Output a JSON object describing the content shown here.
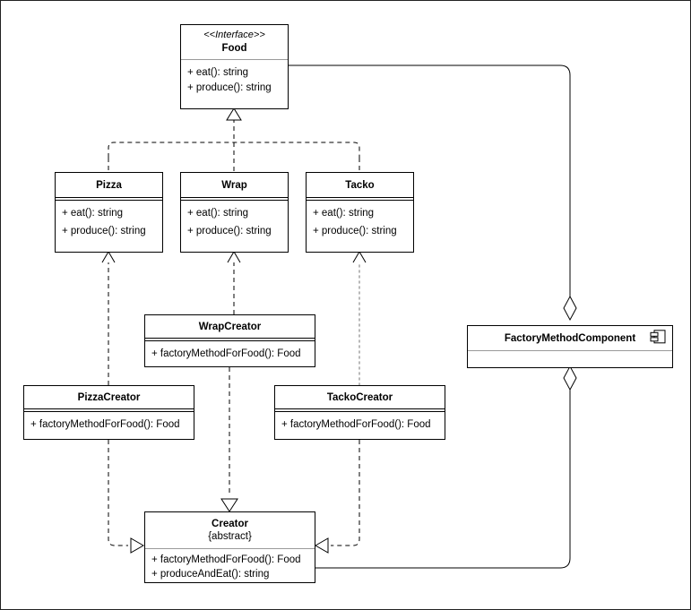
{
  "diagram": {
    "title": "Factory Method UML Class Diagram",
    "type": "uml-class-diagram",
    "background": "#ffffff",
    "border_color": "#222222",
    "line_color": "#000000",
    "dotted_line_color": "#999999"
  },
  "classes": {
    "food": {
      "stereotype": "<<Interface>>",
      "name": "Food",
      "methods": [
        "+ eat(): string",
        "+ produce(): string"
      ]
    },
    "pizza": {
      "name": "Pizza",
      "methods": [
        "+ eat(): string",
        "+ produce(): string"
      ]
    },
    "wrap": {
      "name": "Wrap",
      "methods": [
        "+ eat(): string",
        "+ produce(): string"
      ]
    },
    "tacko": {
      "name": "Tacko",
      "methods": [
        "+ eat(): string",
        "+ produce(): string"
      ]
    },
    "wrap_creator": {
      "name": "WrapCreator",
      "methods": [
        "+ factoryMethodForFood(): Food"
      ]
    },
    "pizza_creator": {
      "name": "PizzaCreator",
      "methods": [
        "+ factoryMethodForFood(): Food"
      ]
    },
    "tacko_creator": {
      "name": "TackoCreator",
      "methods": [
        "+ factoryMethodForFood(): Food"
      ]
    },
    "creator": {
      "name": "Creator",
      "modifier": "{abstract}",
      "methods": [
        "+ factoryMethodForFood(): Food",
        "+ produceAndEat(): string"
      ]
    },
    "factory_method_component": {
      "name": "FactoryMethodComponent",
      "icon": "component-icon",
      "methods": []
    }
  },
  "relationships": [
    {
      "name": "pizza-realizes-food",
      "from": "Pizza",
      "to": "Food",
      "style": "dashed",
      "arrow": "hollow-triangle"
    },
    {
      "name": "wrap-realizes-food",
      "from": "Wrap",
      "to": "Food",
      "style": "dashed",
      "arrow": "hollow-triangle"
    },
    {
      "name": "tacko-realizes-food",
      "from": "Tacko",
      "to": "Food",
      "style": "dashed",
      "arrow": "hollow-triangle"
    },
    {
      "name": "pizzacreator-creates-pizza",
      "from": "PizzaCreator",
      "to": "Pizza",
      "style": "dashed",
      "arrow": "open-arrow"
    },
    {
      "name": "wrapcreator-creates-wrap",
      "from": "WrapCreator",
      "to": "Wrap",
      "style": "dashed",
      "arrow": "open-arrow"
    },
    {
      "name": "tackocreator-creates-tacko",
      "from": "TackoCreator",
      "to": "Tacko",
      "style": "dotted",
      "arrow": "open-arrow"
    },
    {
      "name": "wrapcreator-extends-creator",
      "from": "WrapCreator",
      "to": "Creator",
      "style": "dashed",
      "arrow": "hollow-triangle"
    },
    {
      "name": "pizzacreator-extends-creator",
      "from": "PizzaCreator",
      "to": "Creator",
      "style": "dashed",
      "arrow": "hollow-triangle"
    },
    {
      "name": "tackocreator-extends-creator",
      "from": "TackoCreator",
      "to": "Creator",
      "style": "dashed",
      "arrow": "hollow-triangle"
    },
    {
      "name": "component-aggregates-food",
      "from": "FactoryMethodComponent",
      "to": "Food",
      "style": "solid",
      "arrow": "hollow-diamond"
    },
    {
      "name": "component-aggregates-creator",
      "from": "FactoryMethodComponent",
      "to": "Creator",
      "style": "solid",
      "arrow": "hollow-diamond"
    }
  ]
}
